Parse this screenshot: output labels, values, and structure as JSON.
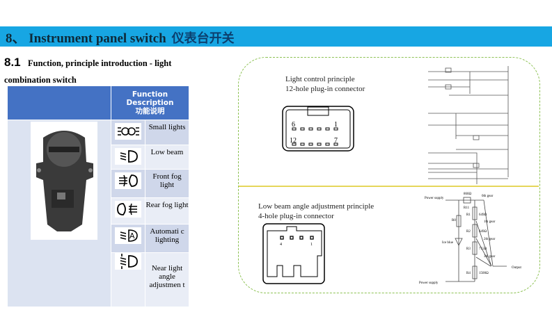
{
  "header": {
    "title": "8、 Instrument panel switch",
    "title_zh": "仪表台开关",
    "band_color": "#17a6e3"
  },
  "section": {
    "number": "8.1",
    "title_line1": "Function, principle introduction - light",
    "title_line2": "combination switch"
  },
  "table": {
    "header": {
      "col1": "",
      "col2_lines": [
        "Function",
        "Description",
        "功能说明"
      ]
    },
    "header_color": "#4472c4",
    "rows": [
      {
        "icon": "small-lights-icon",
        "label": "Small lights"
      },
      {
        "icon": "low-beam-icon",
        "label": "Low beam"
      },
      {
        "icon": "front-fog-light-icon",
        "label": "Front fog light"
      },
      {
        "icon": "rear-fog-light-icon",
        "label": "Rear fog light"
      },
      {
        "icon": "automatic-lighting-icon",
        "label": "Automati c lighting"
      },
      {
        "icon": "near-light-angle-adjustment-icon",
        "label": "Near light angle adjustmen t"
      }
    ]
  },
  "diagram1": {
    "caption1": "Light control principle",
    "caption2": "12-hole plug-in connector",
    "pins": {
      "top_left": "6",
      "top_right": "1",
      "bottom_left": "12",
      "bottom_right": "7"
    }
  },
  "diagram2": {
    "caption1": "Low beam angle adjustment principle",
    "caption2": "4-hole plug-in connector",
    "pins": {
      "left": "4",
      "right": "1"
    },
    "labels": {
      "power_top": "Power supply",
      "power_bottom": "Power supply",
      "r11": "R11",
      "r11_val": "860Ω",
      "r1": "R1",
      "r1_val": "649Ω",
      "r2": "R2",
      "r2_val": "649Ω",
      "r3": "R3",
      "r3_val": "715Ω",
      "r4": "R4",
      "r4_val": "1500Ω",
      "r0": "R0",
      "led": "Ice blue",
      "g0": "0th gear",
      "g1": "1th gear",
      "g2": "2th gear",
      "g3": "3th gear",
      "output": "Output"
    }
  }
}
